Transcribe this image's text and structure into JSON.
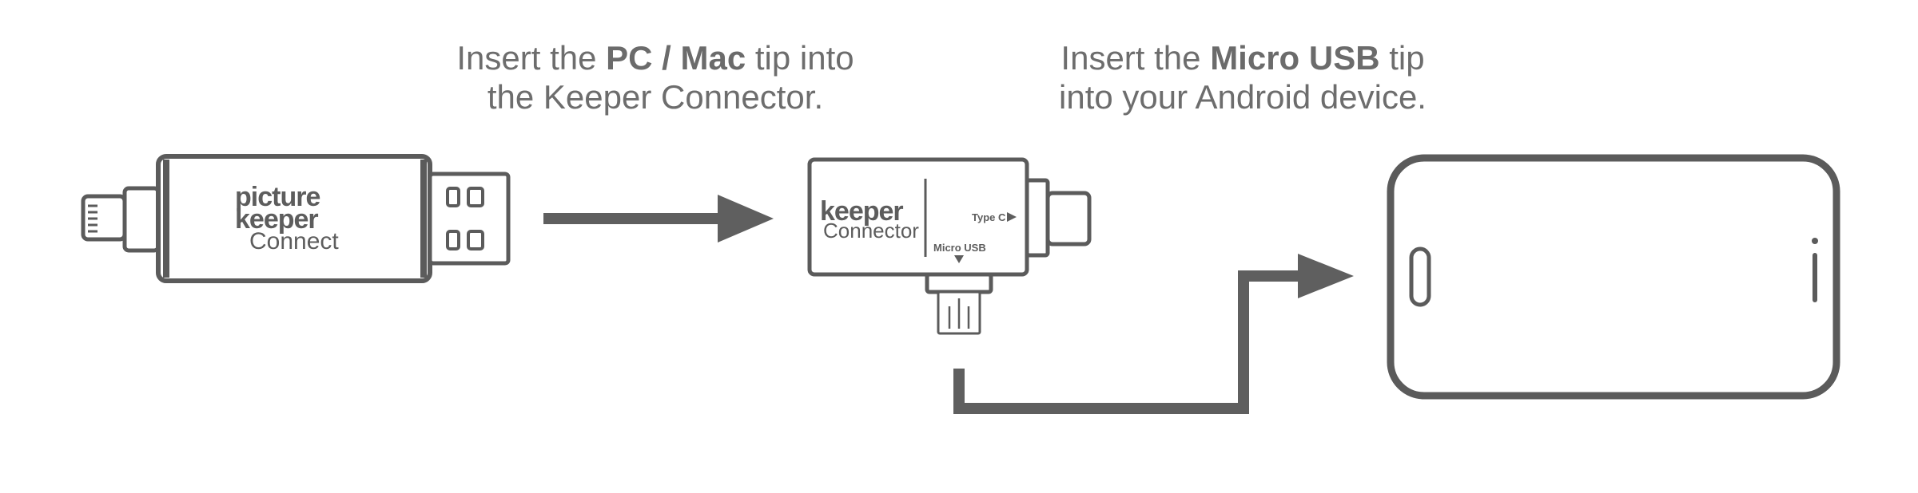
{
  "captions": {
    "left": {
      "line1_pre": "Insert the ",
      "line1_bold": "PC / Mac",
      "line1_post": " tip into",
      "line2": "the Keeper Connector."
    },
    "right": {
      "line1_pre": "Insert the ",
      "line1_bold": "Micro USB",
      "line1_post": " tip",
      "line2": "into your Android device."
    }
  },
  "drive": {
    "brand_line1": "picture",
    "brand_line2": "keeper",
    "brand_line3": "Connect"
  },
  "connector": {
    "brand_line1": "keeper",
    "brand_line2": "Connector",
    "type_c_label": "Type C",
    "micro_usb_label": "Micro USB"
  },
  "colors": {
    "stroke": "#5b5b5b",
    "arrow": "#5f5f5f",
    "text": "#6d6d6d"
  }
}
